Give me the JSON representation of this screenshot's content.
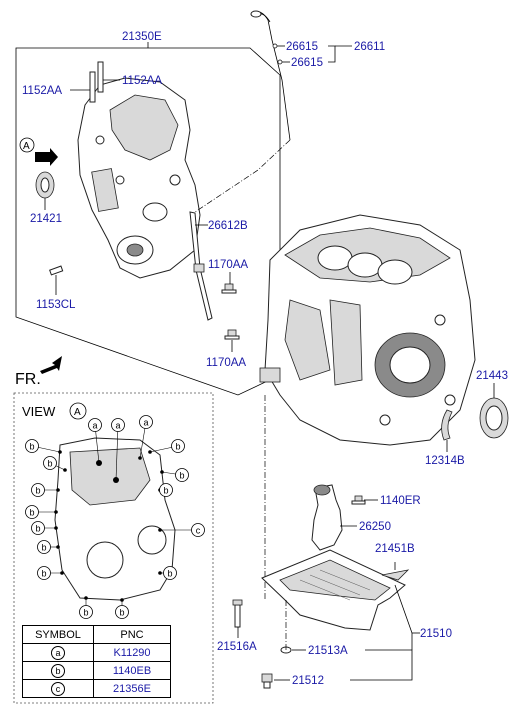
{
  "labels": {
    "p21350E": "21350E",
    "p1152AA_left": "1152AA",
    "p1152AA_right": "1152AA",
    "p21421": "21421",
    "p1153CL": "1153CL",
    "p26615_top": "26615",
    "p26615_bot": "26615",
    "p26611": "26611",
    "p26612B": "26612B",
    "p1170AA_top": "1170AA",
    "p1170AA_bot": "1170AA",
    "p21443": "21443",
    "p12314B": "12314B",
    "p1140ER": "1140ER",
    "p26250": "26250",
    "p21451B": "21451B",
    "p21510": "21510",
    "p21516A": "21516A",
    "p21513A": "21513A",
    "p21512": "21512"
  },
  "view_marker": "A",
  "front": "FR.",
  "view_title": "VIEW",
  "view_letter": "A",
  "callouts": {
    "a": "a",
    "b": "b",
    "c": "c"
  },
  "legend": {
    "header_symbol": "SYMBOL",
    "header_pnc": "PNC",
    "rows": [
      {
        "symbol": "a",
        "pnc": "K11290"
      },
      {
        "symbol": "b",
        "pnc": "1140EB"
      },
      {
        "symbol": "c",
        "pnc": "21356E"
      }
    ]
  },
  "colors": {
    "label": "#1a1aa6",
    "line": "#000000"
  }
}
